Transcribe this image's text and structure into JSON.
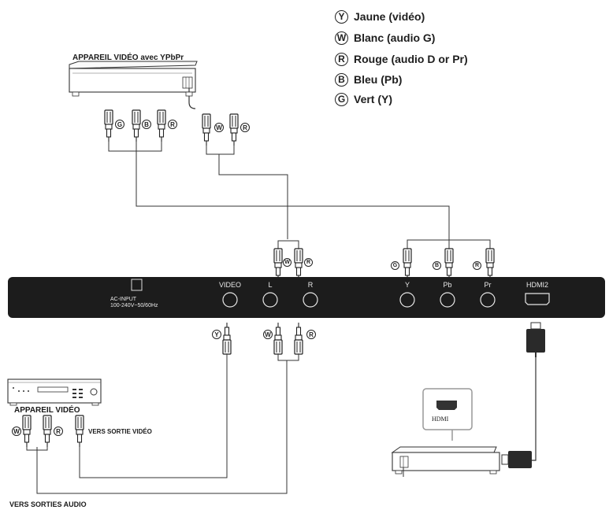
{
  "legend": [
    {
      "letter": "Y",
      "text": "Jaune (vidéo)"
    },
    {
      "letter": "W",
      "text": "Blanc (audio G)"
    },
    {
      "letter": "R",
      "text": "Rouge (audio D or Pr)"
    },
    {
      "letter": "B",
      "text": "Bleu (Pb)"
    },
    {
      "letter": "G",
      "text": "Vert (Y)"
    }
  ],
  "devices": {
    "ypbpr_device": "APPAREIL VIDÉO avec YPbPr",
    "video_device": "APPAREIL VIDÉO",
    "to_video_out": "VERS SORTIE VIDÉO",
    "to_audio_out": "VERS SORTIES AUDIO",
    "hdmi_device": "HDMI"
  },
  "panel": {
    "ac_input": "AC-INPUT",
    "ac_spec": "100-240V~50/60Hz",
    "ports": {
      "video": "VIDEO",
      "l": "L",
      "r": "R",
      "y": "Y",
      "pb": "Pb",
      "pr": "Pr",
      "hdmi2": "HDMI2"
    }
  },
  "badges": {
    "g": "G",
    "b": "B",
    "r": "R",
    "w": "W",
    "y": "Y"
  }
}
